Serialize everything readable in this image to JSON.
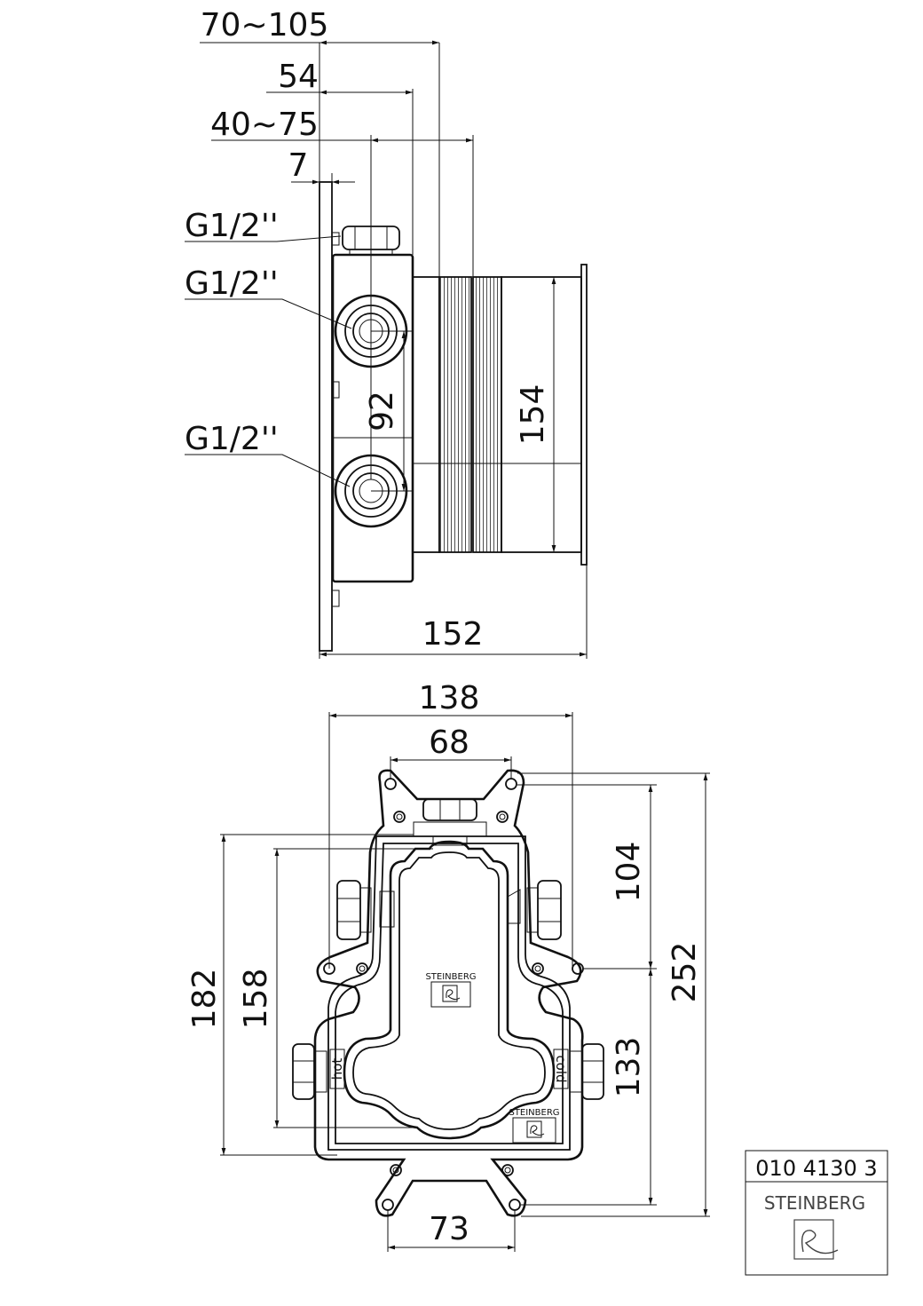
{
  "side_view": {
    "dims": {
      "d_70_105": "70~105",
      "d_54": "54",
      "d_40_75": "40~75",
      "d_7": "7",
      "d_92": "92",
      "d_154": "154",
      "d_152": "152"
    },
    "thread_labels": [
      "G1/2''",
      "G1/2''",
      "G1/2''"
    ]
  },
  "front_view": {
    "dims": {
      "d_138": "138",
      "d_68": "68",
      "d_104": "104",
      "d_252": "252",
      "d_133": "133",
      "d_182": "182",
      "d_158": "158",
      "d_73": "73"
    },
    "label_hot": "hot",
    "label_cold": "cold",
    "brand_badge": "STEINBERG"
  },
  "title_block": {
    "article_number": "010 4130 3",
    "brand": "STEINBERG"
  }
}
